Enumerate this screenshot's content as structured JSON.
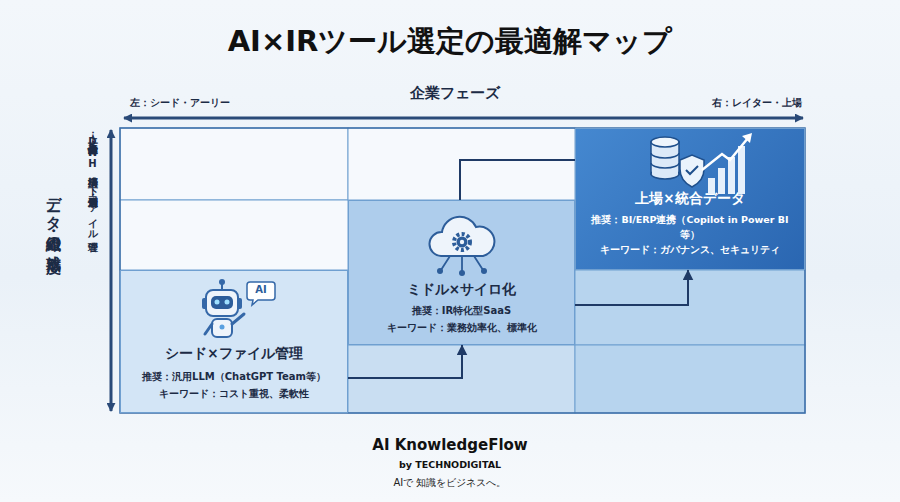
{
  "diagram": {
    "title": "AI×IRツール選定の最適解マップ",
    "nodes": [
      {
        "text": [
          "シード×ファイル管理",
          "推奨：汎用LLM（ChatGPT Team等）",
          "キーワード：コスト重視、柔軟性"
        ]
      },
      {
        "text": [
          "ミドル×サイロ化",
          "推奨：IR特化型SaaS",
          "キーワード：業務効率化、標準化"
        ]
      },
      {
        "text": [
          "上場×統合データ",
          "推奨：BI/ERP連携（Copilot in Power BI等）",
          "キーワード：ガバナンス、セキュリティ"
        ]
      }
    ],
    "edges": [
      {
        "from": 0,
        "to": 1,
        "arrow": "to"
      },
      {
        "from": 1,
        "to": 2,
        "arrow": "none"
      },
      {
        "from": 1,
        "to": 2,
        "arrow": "to"
      }
    ],
    "labels": [
      "企業フェーズ",
      "左：シード・アーリー",
      "右：レイター・上場",
      "データ・組織の成熟度",
      "上：全体最適・DWH構築済",
      "下：個別最適・ファイル管理",
      "AI",
      "AI KnowledgeFlow",
      "by TECHNODIGITAL",
      "AIで 知識をビジネスへ。"
    ]
  }
}
